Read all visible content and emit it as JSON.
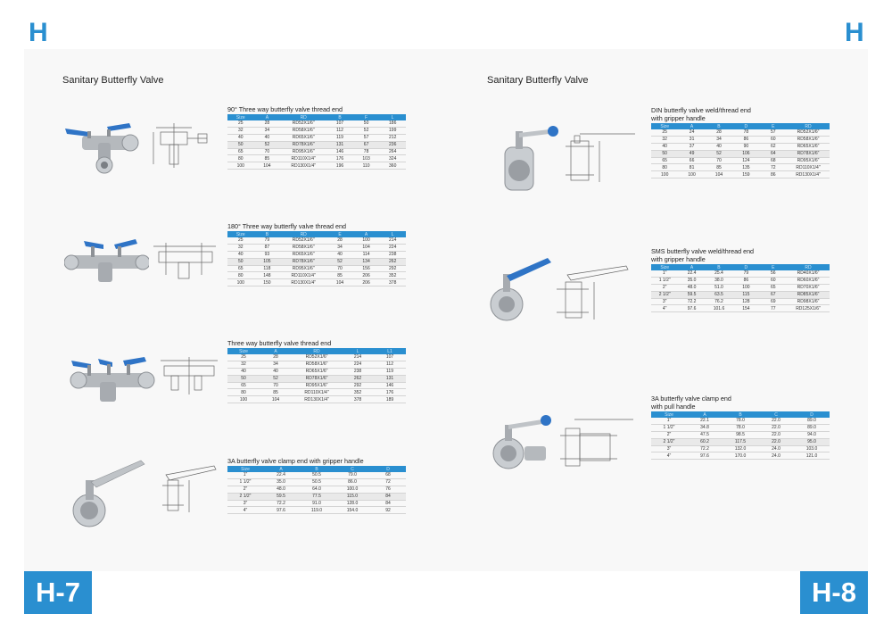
{
  "header": {
    "left_letter": "H",
    "right_letter": "H"
  },
  "footer": {
    "left_page": "H-7",
    "right_page": "H-8"
  },
  "pages": [
    {
      "title": "Sanitary Butterfly Valve",
      "sections": [
        {
          "caption": "90° Three way butterfly valve thread end",
          "headers": [
            "Size",
            "A",
            "RD",
            "B",
            "F",
            "L"
          ],
          "rows": [
            [
              "25",
              "28",
              "RD52X1/6\"",
              "107",
              "50",
              "186"
            ],
            [
              "32",
              "34",
              "RD58X1/6\"",
              "112",
              "52",
              "199"
            ],
            [
              "40",
              "40",
              "RD65X1/6\"",
              "119",
              "57",
              "212"
            ],
            [
              "50",
              "52",
              "RD78X1/6\"",
              "131",
              "67",
              "236"
            ],
            [
              "65",
              "70",
              "RD95X1/6\"",
              "146",
              "78",
              "264"
            ],
            [
              "80",
              "85",
              "RD110X1/4\"",
              "176",
              "103",
              "324"
            ],
            [
              "100",
              "104",
              "RD130X1/4\"",
              "196",
              "110",
              "360"
            ]
          ]
        },
        {
          "caption": "180° Three way butterfly valve thread end",
          "headers": [
            "Size",
            "B",
            "RD",
            "E",
            "A",
            "L"
          ],
          "rows": [
            [
              "25",
              "79",
              "RD52X1/6\"",
              "28",
              "100",
              "214"
            ],
            [
              "32",
              "87",
              "RD58X1/6\"",
              "34",
              "104",
              "224"
            ],
            [
              "40",
              "93",
              "RD65X1/6\"",
              "40",
              "114",
              "238"
            ],
            [
              "50",
              "105",
              "RD78X1/6\"",
              "52",
              "134",
              "262"
            ],
            [
              "65",
              "118",
              "RD95X1/6\"",
              "70",
              "156",
              "292"
            ],
            [
              "80",
              "148",
              "RD110X1/4\"",
              "85",
              "206",
              "352"
            ],
            [
              "100",
              "150",
              "RD130X1/4\"",
              "104",
              "206",
              "378"
            ]
          ]
        },
        {
          "caption": "Three way butterfly valve thread end",
          "headers": [
            "Size",
            "A",
            "RD",
            "L",
            "L1"
          ],
          "rows": [
            [
              "25",
              "28",
              "RD52X1/6\"",
              "214",
              "107"
            ],
            [
              "32",
              "34",
              "RD58X1/6\"",
              "224",
              "112"
            ],
            [
              "40",
              "40",
              "RD65X1/6\"",
              "238",
              "119"
            ],
            [
              "50",
              "52",
              "RD78X1/6\"",
              "262",
              "131"
            ],
            [
              "65",
              "70",
              "RD95X1/6\"",
              "292",
              "146"
            ],
            [
              "80",
              "85",
              "RD110X1/4\"",
              "352",
              "176"
            ],
            [
              "100",
              "104",
              "RD130X1/4\"",
              "378",
              "189"
            ]
          ]
        },
        {
          "caption": "3A butterfly valve clamp end with gripper handle",
          "headers": [
            "Size",
            "A",
            "B",
            "C",
            "D"
          ],
          "rows": [
            [
              "1\"",
              "22.4",
              "50.5",
              "79.0",
              "68"
            ],
            [
              "1 1/2\"",
              "35.0",
              "50.5",
              "86.0",
              "72"
            ],
            [
              "2\"",
              "48.0",
              "64.0",
              "100.0",
              "76"
            ],
            [
              "2 1/2\"",
              "59.5",
              "77.5",
              "115.0",
              "84"
            ],
            [
              "3\"",
              "72.2",
              "91.0",
              "128.0",
              "84"
            ],
            [
              "4\"",
              "97.6",
              "119.0",
              "154.0",
              "92"
            ]
          ]
        }
      ]
    },
    {
      "title": "Sanitary Butterfly Valve",
      "sections": [
        {
          "caption": "DIN butterfly valve weld/thread end",
          "caption2": "with gripper handle",
          "headers": [
            "Size",
            "A",
            "B",
            "D",
            "E",
            "RD"
          ],
          "rows": [
            [
              "25",
              "24",
              "28",
              "78",
              "57",
              "RD52X1/6\""
            ],
            [
              "32",
              "31",
              "34",
              "86",
              "60",
              "RD58X1/6\""
            ],
            [
              "40",
              "37",
              "40",
              "90",
              "62",
              "RD65X1/6\""
            ],
            [
              "50",
              "49",
              "52",
              "106",
              "64",
              "RD78X1/6\""
            ],
            [
              "65",
              "66",
              "70",
              "124",
              "68",
              "RD95X1/6\""
            ],
            [
              "80",
              "81",
              "85",
              "135",
              "72",
              "RD110X1/4\""
            ],
            [
              "100",
              "100",
              "104",
              "159",
              "86",
              "RD130X1/4\""
            ]
          ]
        },
        {
          "caption": "SMS butterfly valve weld/thread end",
          "caption2": "with gripper handle",
          "headers": [
            "Size",
            "A",
            "B",
            "D",
            "E",
            "RD"
          ],
          "rows": [
            [
              "1\"",
              "22.4",
              "25.4",
              "79",
              "56",
              "RD40X1/6\""
            ],
            [
              "1 1/2\"",
              "35.0",
              "38.0",
              "86",
              "60",
              "RD60X1/6\""
            ],
            [
              "2\"",
              "48.0",
              "51.0",
              "100",
              "65",
              "RD70X1/6\""
            ],
            [
              "2 1/2\"",
              "59.5",
              "63.5",
              "115",
              "67",
              "RD85X1/6\""
            ],
            [
              "3\"",
              "72.2",
              "76.2",
              "128",
              "69",
              "RD98X1/6\""
            ],
            [
              "4\"",
              "97.6",
              "101.6",
              "154",
              "77",
              "RD125X1/6\""
            ]
          ]
        },
        {
          "caption": "3A butterfly valve clamp end",
          "caption2": "with pull handle",
          "headers": [
            "Size",
            "A",
            "B",
            "C",
            "D"
          ],
          "rows": [
            [
              "1\"",
              "22.1",
              "78.0",
              "22.0",
              "89.0"
            ],
            [
              "1 1/2\"",
              "34.8",
              "78.0",
              "22.0",
              "89.0"
            ],
            [
              "2\"",
              "47.5",
              "98.5",
              "22.0",
              "94.0"
            ],
            [
              "2 1/2\"",
              "60.2",
              "117.5",
              "22.0",
              "95.0"
            ],
            [
              "3\"",
              "72.2",
              "132.0",
              "24.0",
              "103.0"
            ],
            [
              "4\"",
              "97.6",
              "170.0",
              "24.0",
              "121.0"
            ]
          ]
        }
      ]
    }
  ]
}
